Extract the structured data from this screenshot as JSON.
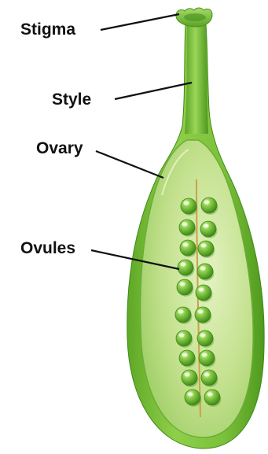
{
  "labels": {
    "stigma": "Stigma",
    "style": "Style",
    "ovary": "Ovary",
    "ovules": "Ovules"
  },
  "colors": {
    "outer_wall": "#7cc13b",
    "wall_dark": "#4f9a1e",
    "inner_cavity": "#b9dc7e",
    "inner_highlight": "#dff0b8",
    "ovule": "#68b22f",
    "ovule_highlight": "#d2f0a2",
    "placenta": "#c8a24a",
    "label": "#111111"
  }
}
